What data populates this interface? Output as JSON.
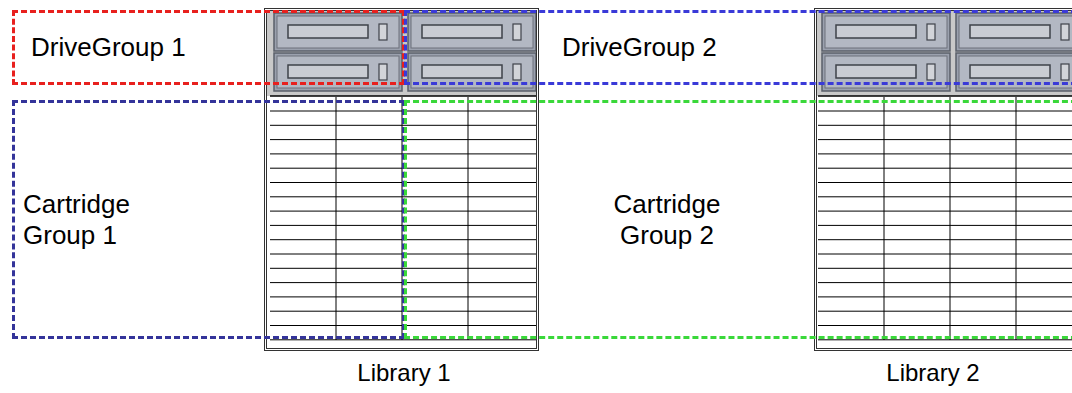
{
  "diagram": {
    "nodes": [
      {
        "text": [
          "DriveGroup 1"
        ]
      },
      {
        "text": [
          "DriveGroup 2"
        ]
      },
      {
        "text": [
          "Cartridge Group 1"
        ]
      },
      {
        "text": [
          "Cartridge Group 2"
        ]
      },
      {
        "text": [
          "Library 1"
        ]
      },
      {
        "text": [
          "Library 2"
        ]
      }
    ]
  }
}
